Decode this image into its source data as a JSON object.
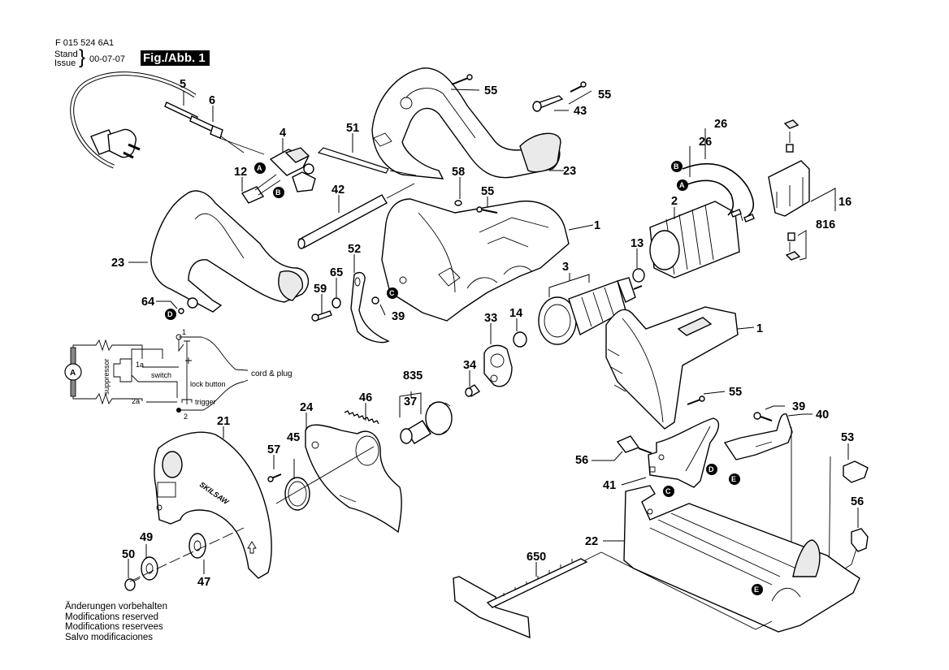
{
  "header": {
    "document_number": "F 015 524 6A1",
    "stand_label": "Stand",
    "issue_label": "Issue",
    "brace": "}",
    "issue_date": "00-07-07",
    "figure_label": "Fig./Abb. 1"
  },
  "footer": {
    "lines": [
      "Änderungen vorbehalten",
      "Modifications reserved",
      "Modifications reservees",
      "Salvo modificaciones"
    ]
  },
  "callouts": {
    "p5": "5",
    "p6": "6",
    "p4": "4",
    "p12": "12",
    "p51": "51",
    "p55a": "55",
    "p55b": "55",
    "p43": "43",
    "p23a": "23",
    "p26a": "26",
    "p26b": "26",
    "p2": "2",
    "p16": "16",
    "p816": "816",
    "p42": "42",
    "p58": "58",
    "p55c": "55",
    "p1a": "1",
    "p13": "13",
    "p23b": "23",
    "p52": "52",
    "p65": "65",
    "p59": "59",
    "p39a": "39",
    "p3": "3",
    "p64": "64",
    "p33": "33",
    "p14": "14",
    "p1b": "1",
    "p34": "34",
    "p835": "835",
    "p37": "37",
    "p46": "46",
    "p24": "24",
    "p55d": "55",
    "p39b": "39",
    "p40": "40",
    "p21": "21",
    "p57": "57",
    "p45": "45",
    "p56a": "56",
    "p53": "53",
    "p41": "41",
    "p56b": "56",
    "p49": "49",
    "p50": "50",
    "p47": "47",
    "p22": "22",
    "p650": "650"
  },
  "connection_markers": {
    "A": "A",
    "B": "B",
    "C": "C",
    "D": "D",
    "E": "E"
  },
  "wiring": {
    "terminal_1": "1",
    "terminal_2": "2",
    "terminal_1a": "1a",
    "terminal_2a": "2a",
    "motor_symbol": "A",
    "suppressor": "suppressor",
    "switch": "switch",
    "lock_button": "lock button",
    "trigger": "trigger",
    "cord_plug": "cord & plug"
  },
  "brand_text": "SKILSAW"
}
